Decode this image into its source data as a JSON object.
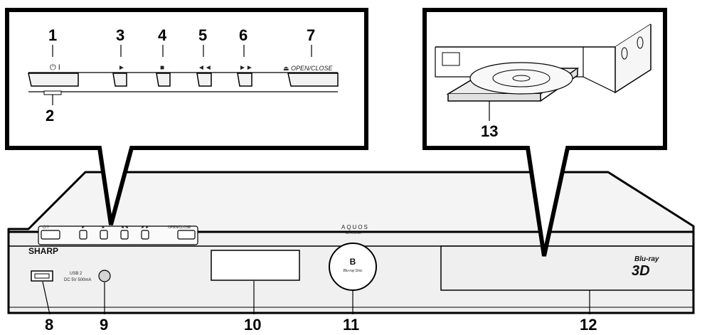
{
  "callouts": {
    "n1": "1",
    "n2": "2",
    "n3": "3",
    "n4": "4",
    "n5": "5",
    "n6": "6",
    "n7": "7",
    "n8": "8",
    "n9": "9",
    "n10": "10",
    "n11": "11",
    "n12": "12",
    "n13": "13"
  },
  "panel_labels": {
    "open_close": "OPEN/CLOSE",
    "brand": "SHARP",
    "aquos": "AQUOS",
    "bd_player": "BD PLAYER",
    "usb_line1": "USB 2",
    "usb_line2": "DC 5V  500mA",
    "bluray_logo_text": "Blu-ray Disc",
    "bluray3d_line1": "Blu-ray",
    "bluray3d_line2": "3D"
  },
  "icons": {
    "power": "power-standby-icon",
    "play": "play-icon",
    "stop": "stop-icon",
    "rewind": "rewind-icon",
    "fast_forward": "fast-forward-icon",
    "eject": "eject-icon",
    "bluray": "bluray-disc-logo-icon"
  },
  "colors": {
    "line": "#000000",
    "player_body": "#f2f2f2",
    "display": "#ffffff"
  }
}
